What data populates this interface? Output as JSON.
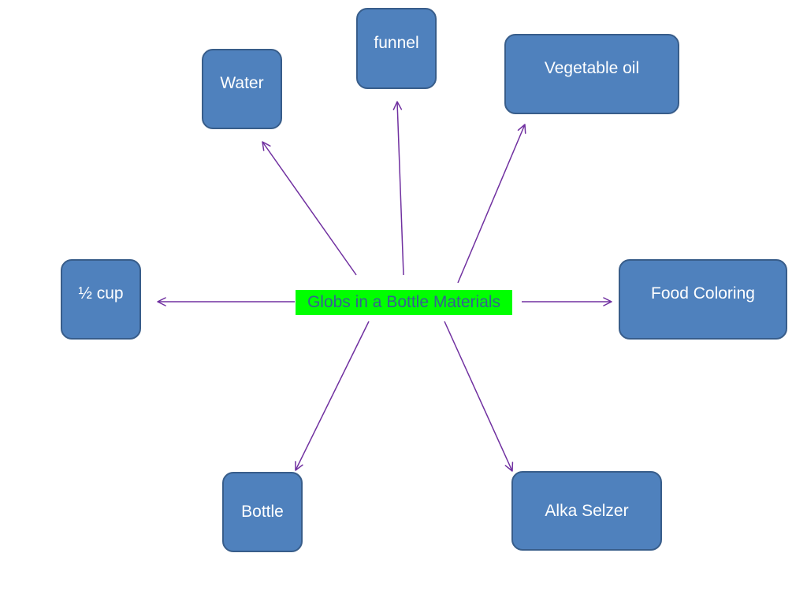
{
  "diagram": {
    "center": {
      "label": "Globs in a Bottle Materials",
      "highlight_color": "#00ff00",
      "text_color": "#376092"
    },
    "node_fill": "#4f81bd",
    "node_border": "#385d8a",
    "node_text_color": "#ffffff",
    "arrow_color": "#7030a0",
    "nodes": [
      {
        "id": "water",
        "label": "Water"
      },
      {
        "id": "funnel",
        "label": "funnel"
      },
      {
        "id": "vegetable-oil",
        "label": "Vegetable oil"
      },
      {
        "id": "half-cup",
        "label": "½ cup"
      },
      {
        "id": "food-coloring",
        "label": "Food Coloring"
      },
      {
        "id": "bottle",
        "label": "Bottle"
      },
      {
        "id": "alka-selzer",
        "label": "Alka Selzer"
      }
    ]
  }
}
